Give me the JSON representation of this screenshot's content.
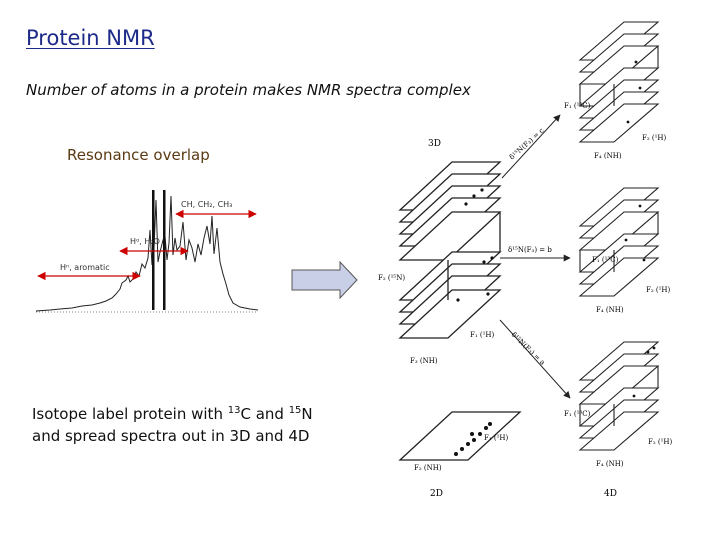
{
  "slide": {
    "title": "Protein NMR",
    "subtitle": "Number of atoms in a protein makes NMR spectra complex",
    "overlap_label": "Resonance overlap",
    "note_line1_pre": "Isotope label protein with ",
    "note_sup13": "13",
    "note_mid": "C and ",
    "note_sup15": "15",
    "note_post": "N",
    "note_line2": "and spread spectra out in 3D and 4D"
  },
  "spectrum": {
    "label_ch": "CH, CH₂, CH₃",
    "label_ha": "Hᵅ, H₂O",
    "label_arom": "Hⁿ, aromatic"
  },
  "figure": {
    "label_3d": "3D",
    "label_2d": "2D",
    "label_4d": "4D",
    "f1_13c": "F₁ (¹³C)",
    "f2_1h": "F₂ (¹H)",
    "f4_nh": "F₄ (NH)",
    "f2_15n": "F₂ (¹⁵N)",
    "f1_1h": "F₁ (¹H)",
    "f3_nh": "F₃ (NH)",
    "f2_nh": "F₂ (NH)",
    "arrow_a": "δ¹⁵N(F₃) = c",
    "arrow_b": "δ¹⁵N(F₃) = b",
    "arrow_c": "δ¹⁵N(F₃) = a"
  }
}
